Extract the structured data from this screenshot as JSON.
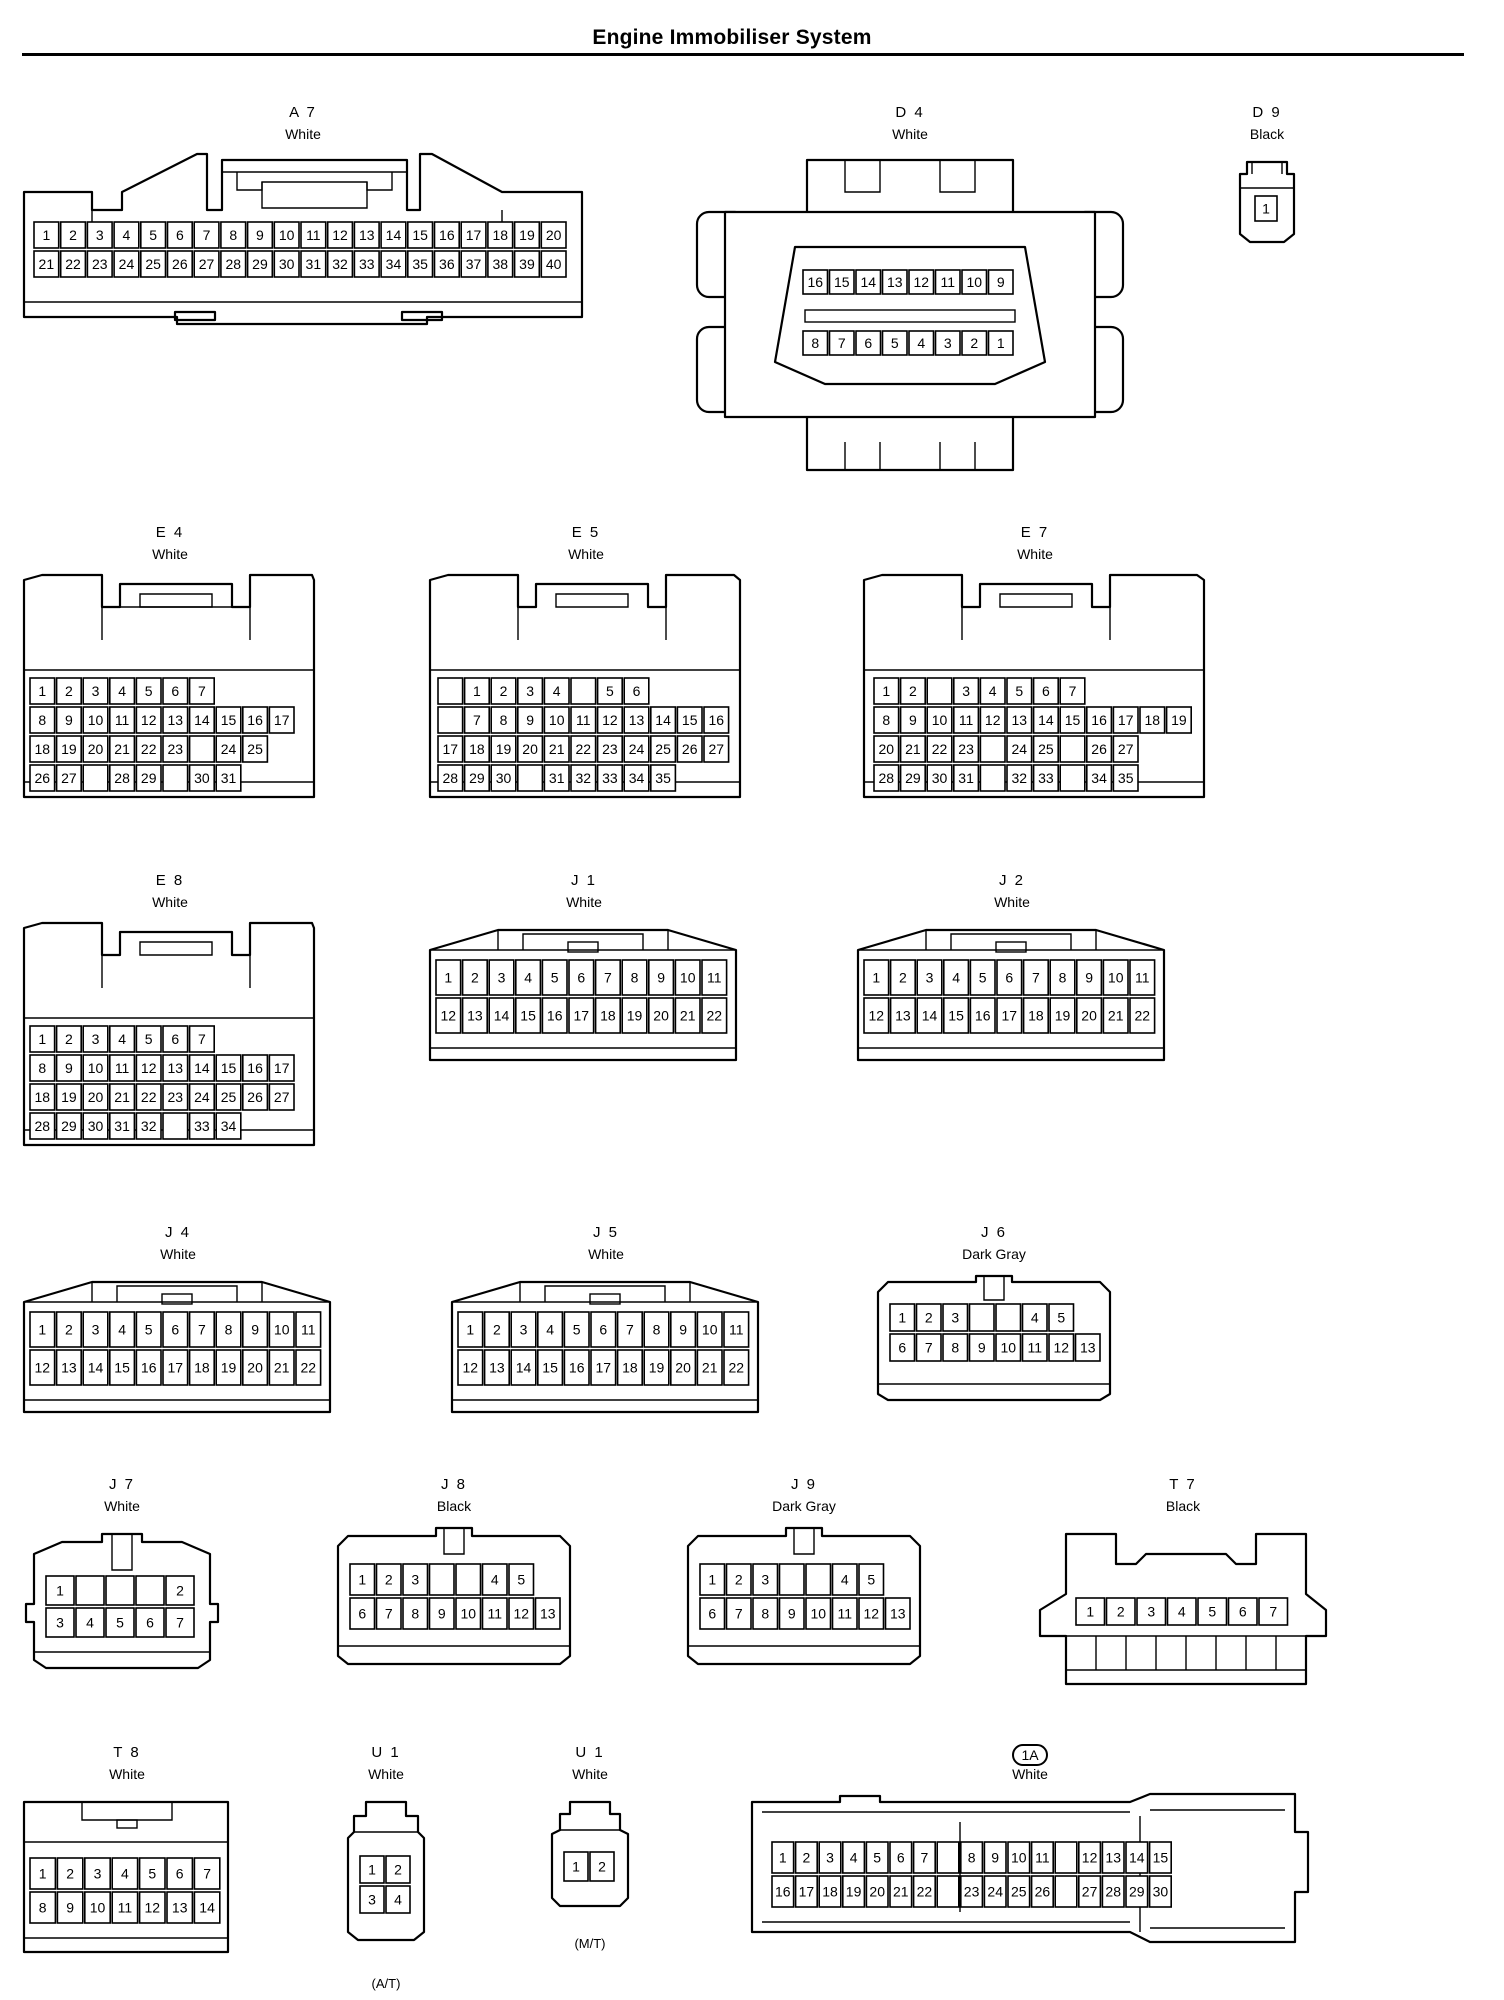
{
  "title": "Engine Immobiliser System",
  "connectors": [
    {
      "id": "A7",
      "code": "A 7",
      "color": "White",
      "rows": [
        [
          1,
          2,
          3,
          4,
          5,
          6,
          7,
          8,
          9,
          10,
          11,
          12,
          13,
          14,
          15,
          16,
          17,
          18,
          19,
          20
        ],
        [
          21,
          22,
          23,
          24,
          25,
          26,
          27,
          28,
          29,
          30,
          31,
          32,
          33,
          34,
          35,
          36,
          37,
          38,
          39,
          40
        ]
      ]
    },
    {
      "id": "D4",
      "code": "D 4",
      "color": "White",
      "rows": [
        [
          16,
          15,
          14,
          13,
          12,
          11,
          10,
          9
        ],
        [
          8,
          7,
          6,
          5,
          4,
          3,
          2,
          1
        ]
      ]
    },
    {
      "id": "D9",
      "code": "D 9",
      "color": "Black",
      "rows": [
        [
          1
        ]
      ]
    },
    {
      "id": "E4",
      "code": "E 4",
      "color": "White",
      "rows": [
        [
          1,
          2,
          3,
          4,
          5,
          6,
          7
        ],
        [
          8,
          9,
          10,
          11,
          12,
          13,
          14,
          15,
          16,
          17
        ],
        [
          18,
          19,
          20,
          21,
          22,
          23,
          "",
          24,
          25
        ],
        [
          26,
          27,
          "",
          28,
          29,
          "",
          30,
          31
        ]
      ]
    },
    {
      "id": "E5",
      "code": "E 5",
      "color": "White",
      "rows": [
        [
          "",
          1,
          2,
          3,
          4,
          "",
          5,
          6
        ],
        [
          "",
          7,
          8,
          9,
          10,
          11,
          12,
          13,
          14,
          15,
          16
        ],
        [
          17,
          18,
          19,
          20,
          21,
          22,
          23,
          24,
          25,
          26,
          27
        ],
        [
          28,
          29,
          30,
          "",
          31,
          32,
          33,
          34,
          35
        ]
      ]
    },
    {
      "id": "E7",
      "code": "E 7",
      "color": "White",
      "rows": [
        [
          1,
          2,
          "",
          3,
          4,
          5,
          6,
          7
        ],
        [
          8,
          9,
          10,
          11,
          12,
          13,
          14,
          15,
          16,
          17,
          18,
          19
        ],
        [
          20,
          21,
          22,
          23,
          "",
          24,
          25,
          "",
          26,
          27
        ],
        [
          28,
          29,
          30,
          31,
          "",
          32,
          33,
          "",
          34,
          35
        ]
      ]
    },
    {
      "id": "E8",
      "code": "E 8",
      "color": "White",
      "rows": [
        [
          1,
          2,
          3,
          4,
          5,
          6,
          7
        ],
        [
          8,
          9,
          10,
          11,
          12,
          13,
          14,
          15,
          16,
          17
        ],
        [
          18,
          19,
          20,
          21,
          22,
          23,
          24,
          25,
          26,
          27
        ],
        [
          28,
          29,
          30,
          31,
          32,
          "",
          33,
          34
        ]
      ]
    },
    {
      "id": "J1",
      "code": "J 1",
      "color": "White",
      "rows": [
        [
          1,
          2,
          3,
          4,
          5,
          6,
          7,
          8,
          9,
          10,
          11
        ],
        [
          12,
          13,
          14,
          15,
          16,
          17,
          18,
          19,
          20,
          21,
          22
        ]
      ]
    },
    {
      "id": "J2",
      "code": "J 2",
      "color": "White",
      "rows": [
        [
          1,
          2,
          3,
          4,
          5,
          6,
          7,
          8,
          9,
          10,
          11
        ],
        [
          12,
          13,
          14,
          15,
          16,
          17,
          18,
          19,
          20,
          21,
          22
        ]
      ]
    },
    {
      "id": "J4",
      "code": "J 4",
      "color": "White",
      "rows": [
        [
          1,
          2,
          3,
          4,
          5,
          6,
          7,
          8,
          9,
          10,
          11
        ],
        [
          12,
          13,
          14,
          15,
          16,
          17,
          18,
          19,
          20,
          21,
          22
        ]
      ]
    },
    {
      "id": "J5",
      "code": "J 5",
      "color": "White",
      "rows": [
        [
          1,
          2,
          3,
          4,
          5,
          6,
          7,
          8,
          9,
          10,
          11
        ],
        [
          12,
          13,
          14,
          15,
          16,
          17,
          18,
          19,
          20,
          21,
          22
        ]
      ]
    },
    {
      "id": "J6",
      "code": "J 6",
      "color": "Dark Gray",
      "rows": [
        [
          1,
          2,
          3,
          "",
          "",
          4,
          5
        ],
        [
          6,
          7,
          8,
          9,
          10,
          11,
          12,
          13
        ]
      ]
    },
    {
      "id": "J7",
      "code": "J 7",
      "color": "White",
      "rows": [
        [
          1,
          "",
          "",
          "",
          2
        ],
        [
          3,
          4,
          5,
          6,
          7
        ]
      ]
    },
    {
      "id": "J8",
      "code": "J 8",
      "color": "Black",
      "rows": [
        [
          1,
          2,
          3,
          "",
          "",
          4,
          5
        ],
        [
          6,
          7,
          8,
          9,
          10,
          11,
          12,
          13
        ]
      ]
    },
    {
      "id": "J9",
      "code": "J 9",
      "color": "Dark Gray",
      "rows": [
        [
          1,
          2,
          3,
          "",
          "",
          4,
          5
        ],
        [
          6,
          7,
          8,
          9,
          10,
          11,
          12,
          13
        ]
      ]
    },
    {
      "id": "T7",
      "code": "T 7",
      "color": "Black",
      "rows": [
        [
          1,
          2,
          3,
          4,
          5,
          6,
          7
        ]
      ]
    },
    {
      "id": "T8",
      "code": "T 8",
      "color": "White",
      "rows": [
        [
          1,
          2,
          3,
          4,
          5,
          6,
          7
        ],
        [
          8,
          9,
          10,
          11,
          12,
          13,
          14
        ]
      ]
    },
    {
      "id": "U1AT",
      "code": "U 1",
      "color": "White",
      "note": "(A/T)",
      "rows": [
        [
          1,
          2
        ],
        [
          3,
          4
        ]
      ]
    },
    {
      "id": "U1MT",
      "code": "U 1",
      "color": "White",
      "note": "(M/T)",
      "rows": [
        [
          1,
          2
        ]
      ]
    },
    {
      "id": "1A",
      "code": "1A",
      "color": "White",
      "rows": [
        [
          1,
          2,
          3,
          4,
          5,
          6,
          7,
          "",
          8,
          9,
          10,
          11,
          "",
          12,
          13,
          14,
          15
        ],
        [
          16,
          17,
          18,
          19,
          20,
          21,
          22,
          "",
          23,
          24,
          25,
          26,
          "",
          27,
          28,
          29,
          30
        ]
      ]
    }
  ]
}
